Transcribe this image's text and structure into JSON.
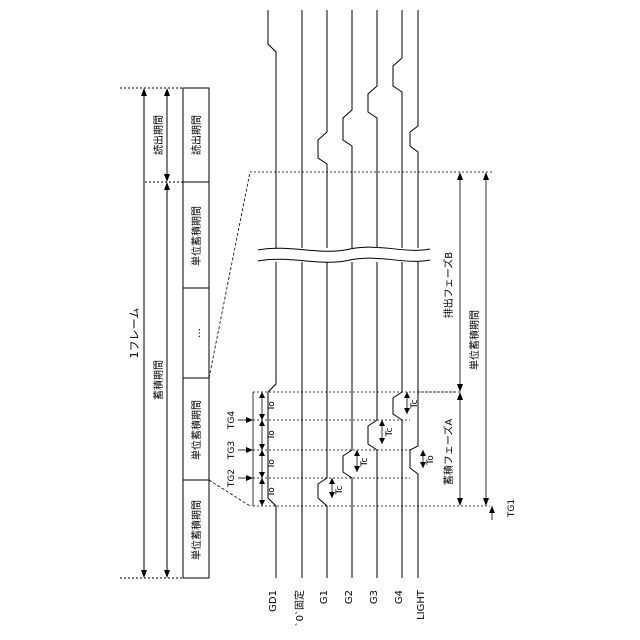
{
  "signals": [
    "GD1",
    "`0`固定",
    "G1",
    "G2",
    "G3",
    "G4",
    "LIGHT"
  ],
  "periods": {
    "frame": "1フレーム",
    "accumulation": "蓄積期間",
    "readout": "読出期間",
    "unit_accumulation": "単位蓄積期間",
    "ellipsis": "…"
  },
  "phases": {
    "accumulate": "蓄積フェーズA",
    "discharge": "排出フェーズB",
    "unit_accumulation": "単位蓄積期間"
  },
  "timing_labels": {
    "tg1": "TG1",
    "tg2": "TG2",
    "tg3": "TG3",
    "tg4": "TG4",
    "to": "To",
    "tc": "Tc"
  }
}
